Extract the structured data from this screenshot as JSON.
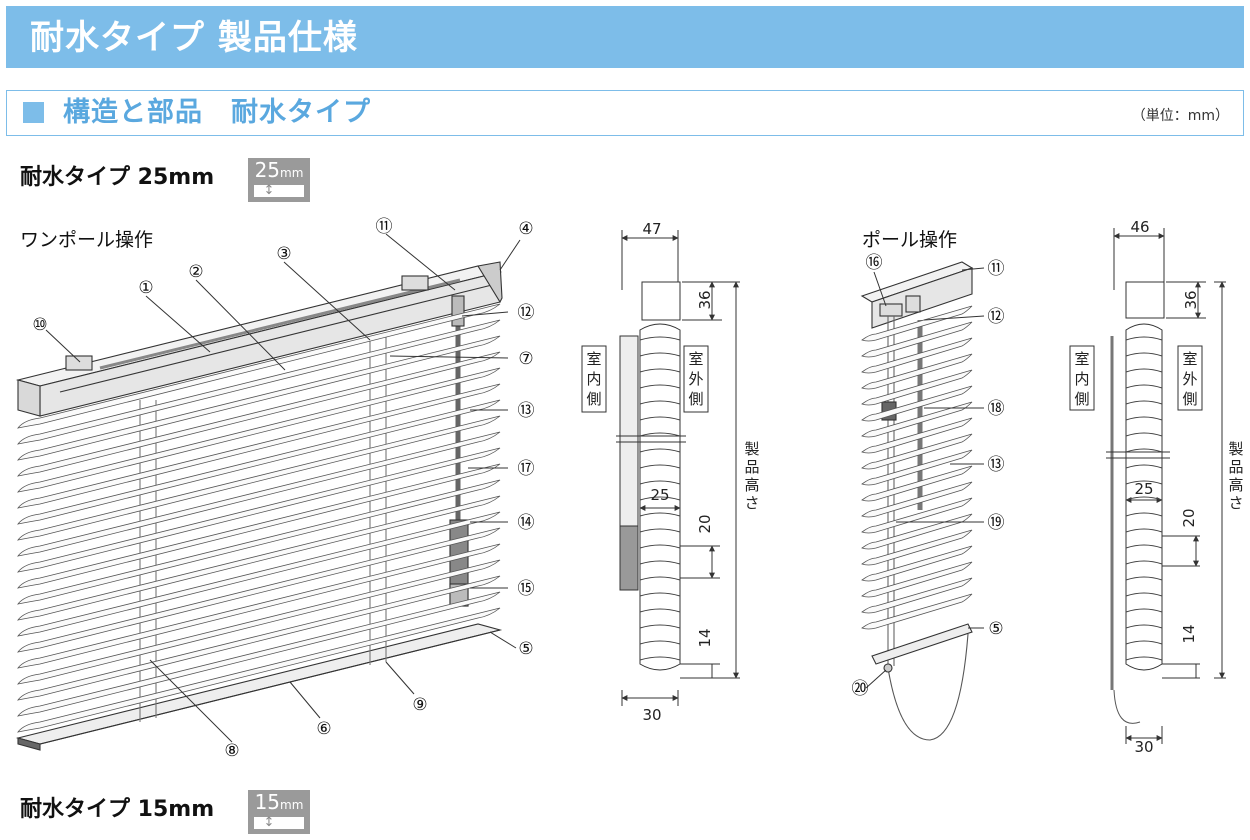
{
  "header": {
    "title": "耐水タイプ 製品仕様"
  },
  "section": {
    "title": "構造と部品　耐水タイプ",
    "unit": "（単位：mm）"
  },
  "products": [
    {
      "title": "耐水タイプ 25mm",
      "badge_num": "25",
      "badge_unit": "mm"
    },
    {
      "title": "耐水タイプ 15mm",
      "badge_num": "15",
      "badge_unit": "mm"
    }
  ],
  "operations": {
    "one_pole": "ワンポール操作",
    "pole": "ポール操作"
  },
  "labels": {
    "indoor": [
      "室",
      "内",
      "側"
    ],
    "outdoor": [
      "室",
      "外",
      "側"
    ],
    "height": [
      "製",
      "品",
      "高",
      "さ"
    ]
  },
  "dims": {
    "left": {
      "top": "47",
      "bracket": "36",
      "slat": "25",
      "pitch": "20",
      "bottom": "14",
      "base": "30"
    },
    "right": {
      "top": "46",
      "bracket": "36",
      "slat": "25",
      "pitch": "20",
      "bottom": "14",
      "base": "30"
    }
  },
  "callouts": {
    "c1": "①",
    "c2": "②",
    "c3": "③",
    "c4": "④",
    "c5": "⑤",
    "c6": "⑥",
    "c7": "⑦",
    "c8": "⑧",
    "c9": "⑨",
    "c10": "⑩",
    "c11": "⑪",
    "c12": "⑫",
    "c13": "⑬",
    "c14": "⑭",
    "c15": "⑮",
    "c16": "⑯",
    "c17": "⑰",
    "c18": "⑱",
    "c19": "⑲",
    "c20": "⑳"
  }
}
